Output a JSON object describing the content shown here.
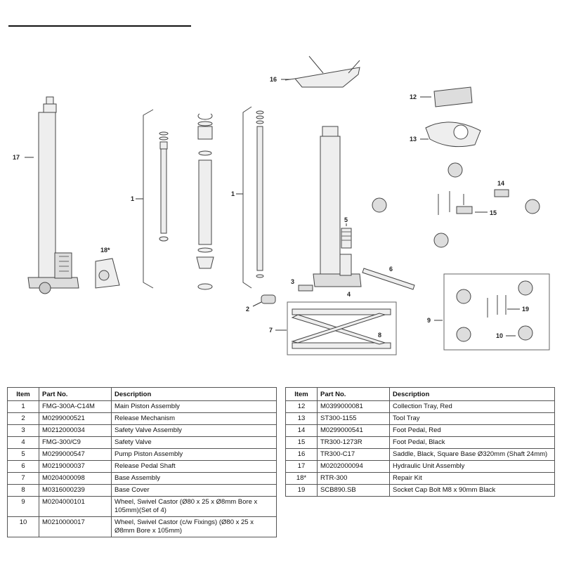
{
  "callouts": {
    "c1a": "1",
    "c1b": "1",
    "c2": "2",
    "c3": "3",
    "c4": "4",
    "c5": "5",
    "c6": "6",
    "c7": "7",
    "c8": "8",
    "c9": "9",
    "c10": "10",
    "c12": "12",
    "c13": "13",
    "c14": "14",
    "c15": "15",
    "c16": "16",
    "c17": "17",
    "c18": "18*",
    "c19": "19"
  },
  "table_headers": {
    "item": "Item",
    "part_no": "Part No.",
    "description": "Description"
  },
  "parts_left": [
    {
      "item": "1",
      "part_no": "FMG-300A-C14M",
      "description": "Main Piston Assembly"
    },
    {
      "item": "2",
      "part_no": "M0299000521",
      "description": "Release Mechanism"
    },
    {
      "item": "3",
      "part_no": "M0212000034",
      "description": "Safety Valve Assembly"
    },
    {
      "item": "4",
      "part_no": "FMG-300/C9",
      "description": "Safety Valve"
    },
    {
      "item": "5",
      "part_no": "M0299000547",
      "description": "Pump Piston Assembly"
    },
    {
      "item": "6",
      "part_no": "M0219000037",
      "description": "Release Pedal Shaft"
    },
    {
      "item": "7",
      "part_no": "M0204000098",
      "description": "Base Assembly"
    },
    {
      "item": "8",
      "part_no": "M0316000239",
      "description": "Base Cover"
    },
    {
      "item": "9",
      "part_no": "M0204000101",
      "description": "Wheel, Swivel Castor (Ø80 x 25 x Ø8mm Bore x 105mm)(Set of 4)"
    },
    {
      "item": "10",
      "part_no": "M0210000017",
      "description": "Wheel, Swivel Castor (c/w Fixings) (Ø80 x 25 x Ø8mm Bore x 105mm)"
    }
  ],
  "parts_right": [
    {
      "item": "12",
      "part_no": "M0399000081",
      "description": "Collection Tray, Red"
    },
    {
      "item": "13",
      "part_no": "ST300-1155",
      "description": "Tool Tray"
    },
    {
      "item": "14",
      "part_no": "M0299000541",
      "description": "Foot Pedal, Red"
    },
    {
      "item": "15",
      "part_no": "TR300-1273R",
      "description": "Foot Pedal, Black"
    },
    {
      "item": "16",
      "part_no": "TR300-C17",
      "description": "Saddle, Black, Square Base Ø320mm (Shaft 24mm)"
    },
    {
      "item": "17",
      "part_no": "M0202000094",
      "description": "Hydraulic Unit Assembly"
    },
    {
      "item": "18*",
      "part_no": "RTR-300",
      "description": "Repair Kit"
    },
    {
      "item": "19",
      "part_no": "SCB890.SB",
      "description": "Socket Cap Bolt M8 x 90mm Black"
    }
  ]
}
